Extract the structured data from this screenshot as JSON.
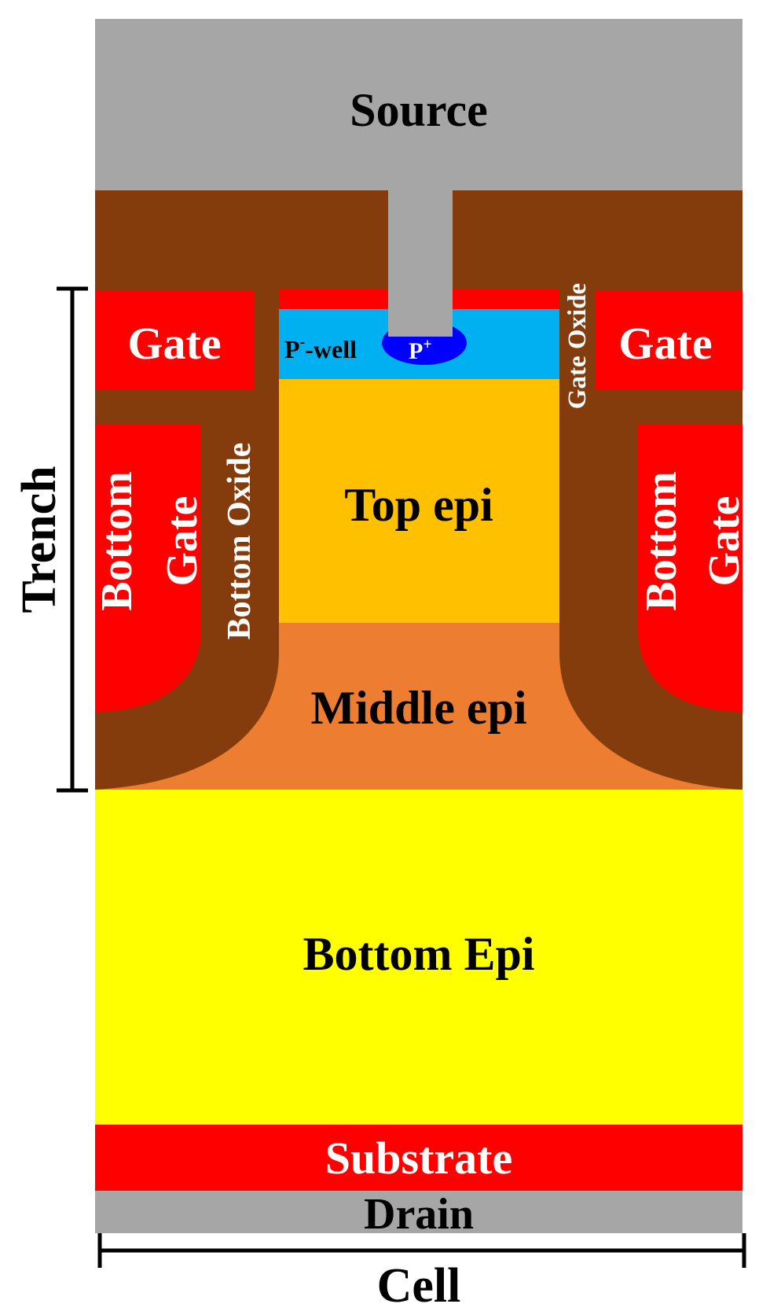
{
  "labels": {
    "source": "Source",
    "gate_left": "Gate",
    "gate_right": "Gate",
    "p_well_base": "P",
    "p_well_sup": "-",
    "p_well_rest": "-well",
    "p_plus_base": "P",
    "p_plus_sup": "+",
    "gate_oxide": "Gate Oxide",
    "bottom_oxide": "Bottom Oxide",
    "bottom_gate_left_line1": "Bottom",
    "bottom_gate_left_line2": "Gate",
    "bottom_gate_right_line1": "Bottom",
    "bottom_gate_right_line2": "Gate",
    "top_epi": "Top epi",
    "middle_epi": "Middle epi",
    "bottom_epi": "Bottom Epi",
    "substrate": "Substrate",
    "drain": "Drain",
    "trench": "Trench",
    "cell": "Cell"
  },
  "colors": {
    "metal": "#a6a6a6",
    "oxide": "#843c0c",
    "gate": "#ff0000",
    "p_well": "#00b0f0",
    "p_plus": "#0000ff",
    "top_epi": "#ffc000",
    "middle_epi": "#ed7d31",
    "bottom_epi": "#ffff00",
    "dark_text": "#000000",
    "light_text": "#ffffff"
  }
}
